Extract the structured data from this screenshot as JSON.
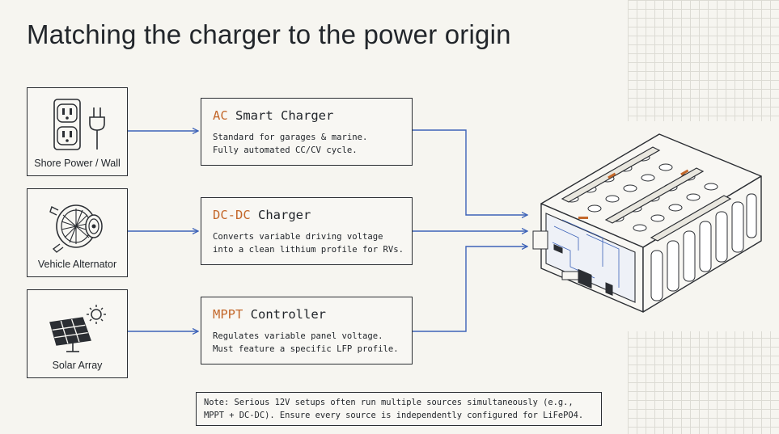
{
  "title": "Matching the charger to the power origin",
  "sources": [
    {
      "label": "Shore Power / Wall",
      "icon": "wall-outlet-icon"
    },
    {
      "label": "Vehicle Alternator",
      "icon": "alternator-icon"
    },
    {
      "label": "Solar Array",
      "icon": "solar-panel-icon"
    }
  ],
  "chargers": [
    {
      "accent": "AC",
      "rest": " Smart Charger",
      "lines": [
        "Standard for garages & marine.",
        "Fully automated CC/CV cycle."
      ]
    },
    {
      "accent": "DC-DC",
      "rest": " Charger",
      "lines": [
        "Converts variable driving voltage",
        "into a clean lithium profile for RVs."
      ]
    },
    {
      "accent": "MPPT",
      "rest": " Controller",
      "lines": [
        "Regulates variable panel voltage.",
        "Must feature a specific LFP profile."
      ]
    }
  ],
  "note": {
    "lines": [
      "Note: Serious 12V setups often run multiple sources simultaneously (e.g.,",
      "MPPT + DC-DC). Ensure every source is independently configured for LiFePO4."
    ]
  },
  "battery_icon": "lifepo4-battery-pack-icon",
  "colors": {
    "accent": "#c3672a",
    "connector": "#3d63b8",
    "line": "#2b2e33"
  }
}
